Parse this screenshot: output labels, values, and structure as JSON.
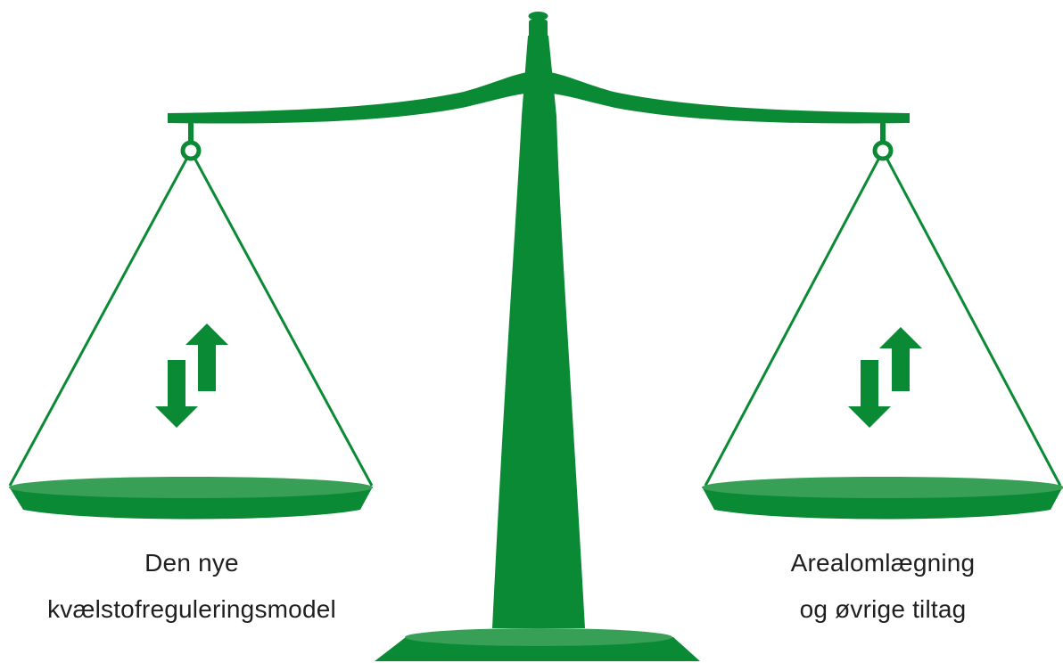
{
  "colors": {
    "primary_green": "#0b8a35",
    "pan_top_green": "#37a056",
    "background": "#ffffff",
    "text": "#1f1f1f"
  },
  "left_pan": {
    "icon": "up-down-arrows-icon",
    "label_lines": [
      "Den nye",
      "kvælstofreguleringsmodel"
    ]
  },
  "right_pan": {
    "icon": "up-down-arrows-icon",
    "label_lines": [
      "Arealomlægning",
      "og øvrige tiltag"
    ]
  }
}
